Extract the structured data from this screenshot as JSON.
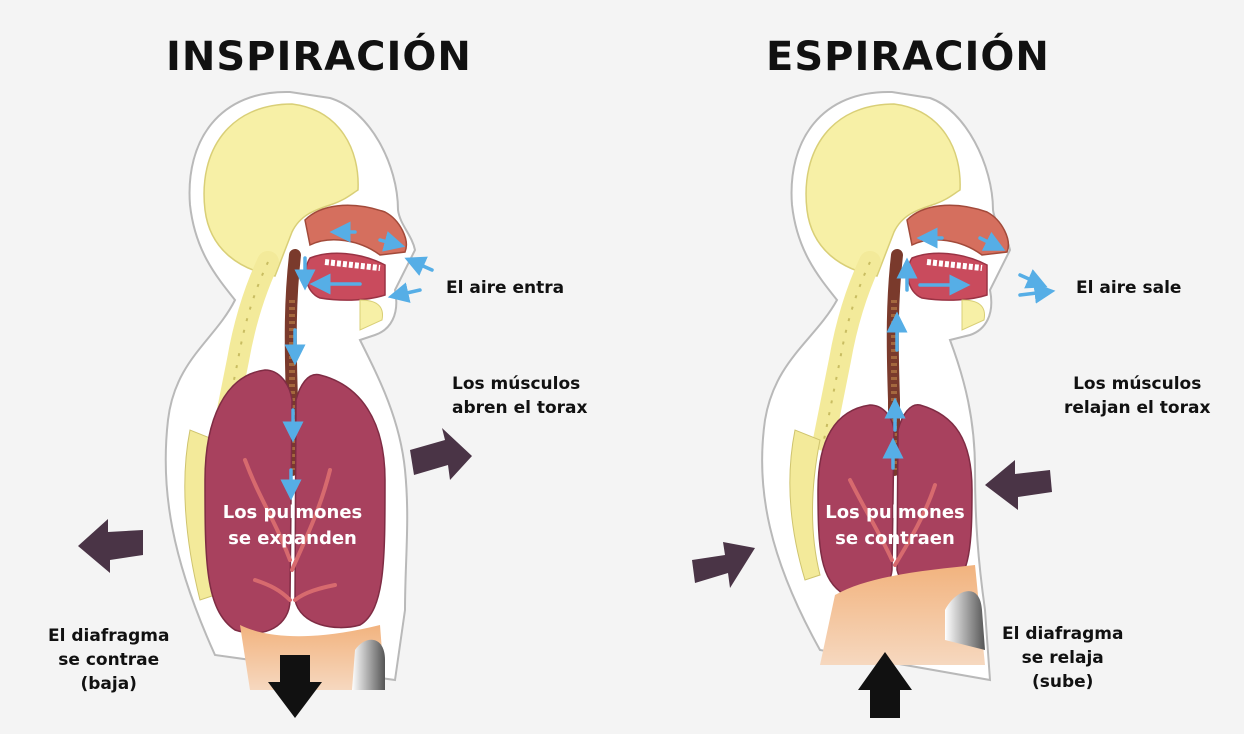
{
  "left": {
    "title": "INSPIRACIÓN",
    "air": "El aire entra",
    "muscles": "Los músculos\nabren el torax",
    "lungs": "Los pulmones\nse expanden",
    "diaphragm": "El diafragma\nse contrae\n(baja)"
  },
  "right": {
    "title": "ESPIRACIÓN",
    "air": "El aire sale",
    "muscles": "Los músculos\nrelajan el torax",
    "lungs": "Los pulmones\nse contraen",
    "diaphragm": "El diafragma\nse relaja\n(sube)"
  },
  "colors": {
    "skin_outline": "#b9b9b9",
    "skull": "#f7f0a6",
    "lung": "#a8415e",
    "lung_dark": "#8c3049",
    "airway": "#7a3a2c",
    "diaphragm": "#f0b07c",
    "air_arrow": "#56aee6",
    "muscle_arrow": "#4a3446",
    "diaphragm_arrow": "#111111"
  }
}
